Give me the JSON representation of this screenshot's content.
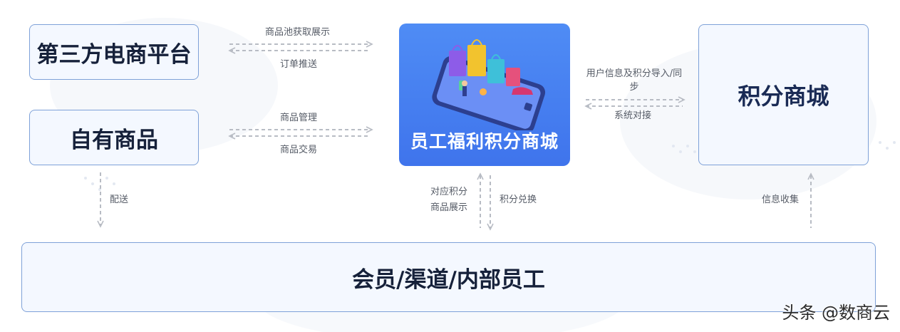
{
  "nodes": {
    "third_party": "第三方电商平台",
    "own_products": "自有商品",
    "center": "员工福利积分商城",
    "points_mall": "积分商城",
    "members": "会员/渠道/内部员工"
  },
  "edges": {
    "pool_display": "商品池获取展示",
    "order_push": "订单推送",
    "product_manage": "商品管理",
    "product_trade": "商品交易",
    "user_sync": "用户信息及积分导入/同步",
    "system_link": "系统对接",
    "delivery": "配送",
    "points_display_1": "对应积分",
    "points_display_2": "商品展示",
    "points_exchange": "积分兑换",
    "info_collect": "信息收集"
  },
  "watermark": "头条 @数商云",
  "colors": {
    "box_border": "#7ea1d8",
    "box_fill": "#f4f8ff",
    "center_fill": "#4581f0",
    "arrow": "#b8bcc4"
  },
  "icons": {
    "center_illustration": "phone-shopping-illustration"
  }
}
